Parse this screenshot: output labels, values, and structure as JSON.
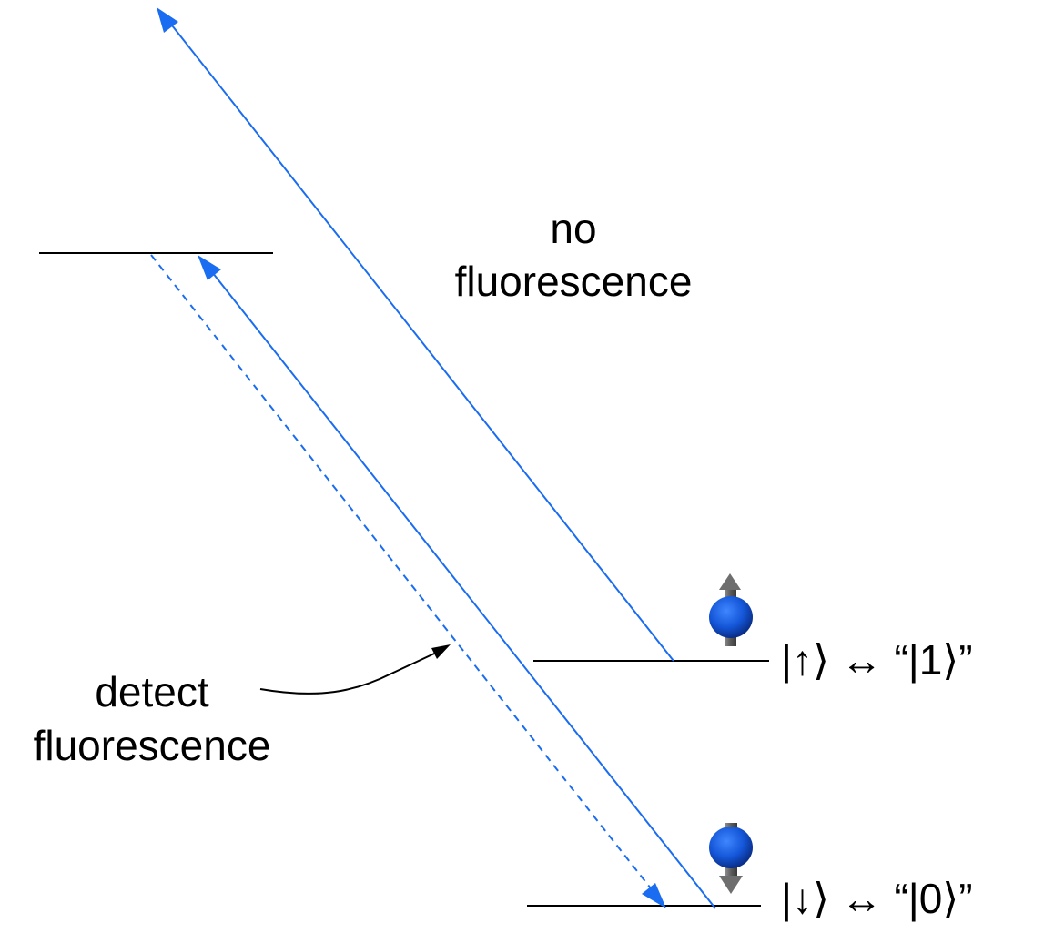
{
  "labels": {
    "no_fluorescence_line1": "no",
    "no_fluorescence_line2": "fluorescence",
    "detect_line1": "detect",
    "detect_line2": "fluorescence",
    "state_up": "|↑⟩ ↔ “|1⟩”",
    "state_down": "|↓⟩ ↔ “|0⟩”"
  },
  "colors": {
    "laser": "#1a6cf0",
    "level": "#000000",
    "spin_ball": "#1456d8",
    "spin_arrow": "#6e6e6e"
  },
  "icons": {
    "spin_up": "spin-up-icon",
    "spin_down": "spin-down-icon"
  }
}
